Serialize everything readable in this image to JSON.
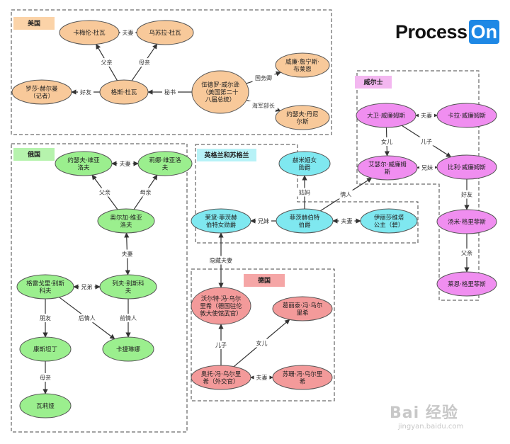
{
  "brand": {
    "logo_part1": "Process",
    "logo_part2": "On"
  },
  "watermark": {
    "main": "Bai 经验",
    "sub": "jingyan.baidu.com"
  },
  "colors": {
    "usa": "#f8c99a",
    "russia": "#9bef8e",
    "uk": "#7fe8f0",
    "wales": "#f08ef0",
    "germany": "#f39a9a",
    "usa_label_bg": "#fbd3a8",
    "russia_label_bg": "#b6f3ad",
    "uk_label_bg": "#b7f2f7",
    "wales_label_bg": "#f3b7f0",
    "germany_label_bg": "#f5a6a6"
  },
  "regions": [
    {
      "id": "usa",
      "label": "美国"
    },
    {
      "id": "russia",
      "label": "俄国"
    },
    {
      "id": "uk",
      "label": "英格兰和苏格兰"
    },
    {
      "id": "wales",
      "label": "威尔士"
    },
    {
      "id": "germany",
      "label": "德国"
    }
  ],
  "nodes": [
    {
      "id": "kamelun",
      "lines": [
        "卡梅伦·杜瓦"
      ],
      "color": "usa"
    },
    {
      "id": "wusula",
      "lines": [
        "乌苏拉·杜瓦"
      ],
      "color": "usa"
    },
    {
      "id": "luosha",
      "lines": [
        "罗莎·赫尔曼",
        "（记者）"
      ],
      "color": "usa"
    },
    {
      "id": "gesi",
      "lines": [
        "格斯·杜瓦"
      ],
      "color": "usa"
    },
    {
      "id": "woderuo",
      "lines": [
        "伍德罗·威尔逊",
        "（美国第二十",
        "八届总统）"
      ],
      "color": "usa"
    },
    {
      "id": "weilian",
      "lines": [
        "威廉·詹宁斯·",
        "布莱恩"
      ],
      "color": "usa"
    },
    {
      "id": "yuesefu_us",
      "lines": [
        "约瑟夫·丹尼",
        "尔斯"
      ],
      "color": "usa"
    },
    {
      "id": "yuesefu_ru",
      "lines": [
        "约瑟夫·维亚",
        "洛夫"
      ],
      "color": "russia"
    },
    {
      "id": "lina",
      "lines": [
        "莉娜·维亚洛",
        "夫"
      ],
      "color": "russia"
    },
    {
      "id": "aoerjia",
      "lines": [
        "奥尔加·维亚",
        "洛夫"
      ],
      "color": "russia"
    },
    {
      "id": "geligeli",
      "lines": [
        "格雷戈里·别斯",
        "科夫"
      ],
      "color": "russia"
    },
    {
      "id": "liefu",
      "lines": [
        "列夫·别斯科",
        "夫"
      ],
      "color": "russia"
    },
    {
      "id": "kangsi",
      "lines": [
        "康斯坦丁"
      ],
      "color": "russia"
    },
    {
      "id": "kajielin",
      "lines": [
        "卡捷琳娜"
      ],
      "color": "russia"
    },
    {
      "id": "walia",
      "lines": [
        "瓦莉娅"
      ],
      "color": "russia"
    },
    {
      "id": "hemi",
      "lines": [
        "赫米娅女",
        "勋爵"
      ],
      "color": "uk"
    },
    {
      "id": "modi",
      "lines": [
        "茉黛·菲茨赫",
        "伯特女勋爵"
      ],
      "color": "uk"
    },
    {
      "id": "feici",
      "lines": [
        "菲茨赫伯特",
        "伯爵"
      ],
      "color": "uk"
    },
    {
      "id": "yilisha",
      "lines": [
        "伊丽莎维塔",
        "公主（碧）"
      ],
      "color": "uk"
    },
    {
      "id": "dawei",
      "lines": [
        "大卫·威廉姆斯"
      ],
      "color": "wales"
    },
    {
      "id": "kala",
      "lines": [
        "卡拉·威廉姆斯"
      ],
      "color": "wales"
    },
    {
      "id": "aisier",
      "lines": [
        "艾瑟尔·威廉姆",
        "斯"
      ],
      "color": "wales"
    },
    {
      "id": "bili",
      "lines": [
        "比利·威廉姆斯"
      ],
      "color": "wales"
    },
    {
      "id": "tangmi",
      "lines": [
        "汤米·格里菲斯"
      ],
      "color": "wales"
    },
    {
      "id": "laien",
      "lines": [
        "莱恩·格里菲斯"
      ],
      "color": "wales"
    },
    {
      "id": "woerte",
      "lines": [
        "沃尔特·冯·乌尔",
        "里希（德国驻伦",
        "敦大使馆武官）"
      ],
      "color": "germany"
    },
    {
      "id": "gelei",
      "lines": [
        "葛丽泰·冯·乌尔",
        "里希"
      ],
      "color": "germany"
    },
    {
      "id": "aotuo",
      "lines": [
        "奥托·冯·乌尔里",
        "希（外交官）"
      ],
      "color": "germany"
    },
    {
      "id": "susong",
      "lines": [
        "苏珊·冯·乌尔里",
        "希"
      ],
      "color": "germany"
    }
  ],
  "edges": [
    {
      "from": "kamelun",
      "to": "wusula",
      "label": "夫妻",
      "both": true
    },
    {
      "from": "gesi",
      "to": "kamelun",
      "label": "父亲"
    },
    {
      "from": "gesi",
      "to": "wusula",
      "label": "母亲"
    },
    {
      "from": "gesi",
      "to": "luosha",
      "label": "好友"
    },
    {
      "from": "woderuo",
      "to": "gesi",
      "label": "秘书"
    },
    {
      "from": "woderuo",
      "to": "weilian",
      "label": "国务卿"
    },
    {
      "from": "woderuo",
      "to": "yuesefu_us",
      "label": "海军部长"
    },
    {
      "from": "yuesefu_ru",
      "to": "lina",
      "label": "夫妻",
      "both": true
    },
    {
      "from": "aoerjia",
      "to": "yuesefu_ru",
      "label": "父亲"
    },
    {
      "from": "aoerjia",
      "to": "lina",
      "label": "母亲"
    },
    {
      "from": "aoerjia",
      "to": "liefu",
      "label": "夫妻",
      "both": true
    },
    {
      "from": "geligeli",
      "to": "liefu",
      "label": "兄弟",
      "both": true
    },
    {
      "from": "geligeli",
      "to": "kangsi",
      "label": "朋友"
    },
    {
      "from": "geligeli",
      "to": "kajielin",
      "label": "后情人"
    },
    {
      "from": "liefu",
      "to": "kajielin",
      "label": "前情人"
    },
    {
      "from": "kangsi",
      "to": "walia",
      "label": "母亲"
    },
    {
      "from": "feici",
      "to": "hemi",
      "label": "姑妈"
    },
    {
      "from": "feici",
      "to": "modi",
      "label": "兄妹"
    },
    {
      "from": "feici",
      "to": "yilisha",
      "label": "夫妻",
      "both": true
    },
    {
      "from": "feici",
      "to": "aisier",
      "label": "情人"
    },
    {
      "from": "dawei",
      "to": "kala",
      "label": "夫妻",
      "both": true
    },
    {
      "from": "dawei",
      "to": "aisier",
      "label": "女儿"
    },
    {
      "from": "dawei",
      "to": "bili",
      "label": "儿子"
    },
    {
      "from": "aisier",
      "to": "bili",
      "label": "兄妹",
      "both": true
    },
    {
      "from": "bili",
      "to": "tangmi",
      "label": "好友"
    },
    {
      "from": "tangmi",
      "to": "laien",
      "label": "父亲"
    },
    {
      "from": "modi",
      "to": "woerte",
      "label": "隐藏夫妻",
      "both": true
    },
    {
      "from": "aotuo",
      "to": "woerte",
      "label": "儿子"
    },
    {
      "from": "aotuo",
      "to": "gelei",
      "label": "女儿"
    },
    {
      "from": "aotuo",
      "to": "susong",
      "label": "夫妻",
      "both": true
    }
  ]
}
